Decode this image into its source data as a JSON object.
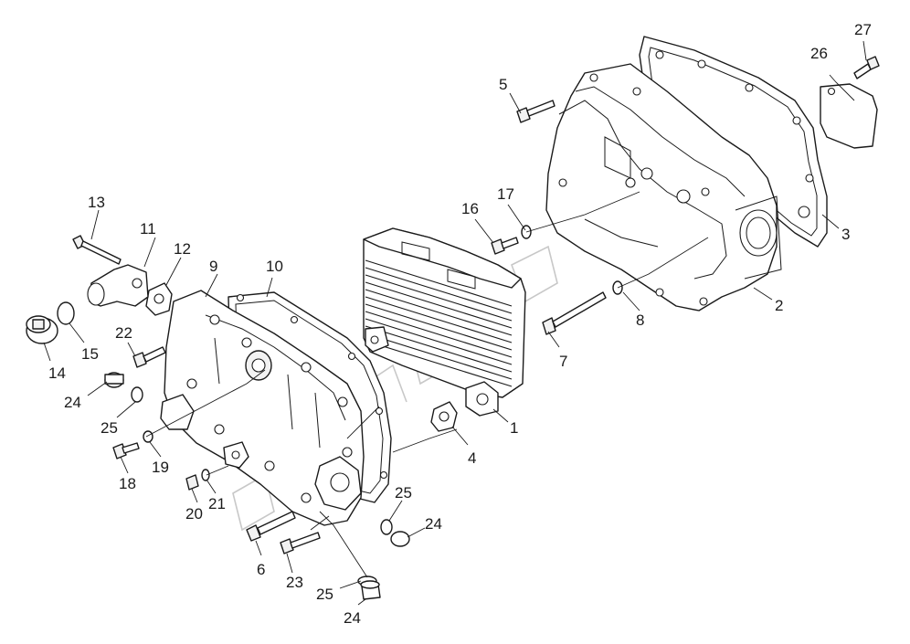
{
  "diagram": {
    "callouts": [
      {
        "id": "c1",
        "label": "1"
      },
      {
        "id": "c2",
        "label": "2"
      },
      {
        "id": "c3",
        "label": "3"
      },
      {
        "id": "c4",
        "label": "4"
      },
      {
        "id": "c5",
        "label": "5"
      },
      {
        "id": "c6",
        "label": "6"
      },
      {
        "id": "c7",
        "label": "7"
      },
      {
        "id": "c8",
        "label": "8"
      },
      {
        "id": "c9",
        "label": "9"
      },
      {
        "id": "c10",
        "label": "10"
      },
      {
        "id": "c11",
        "label": "11"
      },
      {
        "id": "c12",
        "label": "12"
      },
      {
        "id": "c13",
        "label": "13"
      },
      {
        "id": "c14",
        "label": "14"
      },
      {
        "id": "c15",
        "label": "15"
      },
      {
        "id": "c16",
        "label": "16"
      },
      {
        "id": "c17",
        "label": "17"
      },
      {
        "id": "c18",
        "label": "18"
      },
      {
        "id": "c19",
        "label": "19"
      },
      {
        "id": "c20",
        "label": "20"
      },
      {
        "id": "c21",
        "label": "21"
      },
      {
        "id": "c22",
        "label": "22"
      },
      {
        "id": "c23",
        "label": "23"
      },
      {
        "id": "c24a",
        "label": "24"
      },
      {
        "id": "c24b",
        "label": "24"
      },
      {
        "id": "c24c",
        "label": "24"
      },
      {
        "id": "c25a",
        "label": "25"
      },
      {
        "id": "c25b",
        "label": "25"
      },
      {
        "id": "c25c",
        "label": "25"
      },
      {
        "id": "c26",
        "label": "26"
      },
      {
        "id": "c27",
        "label": "27"
      }
    ]
  }
}
